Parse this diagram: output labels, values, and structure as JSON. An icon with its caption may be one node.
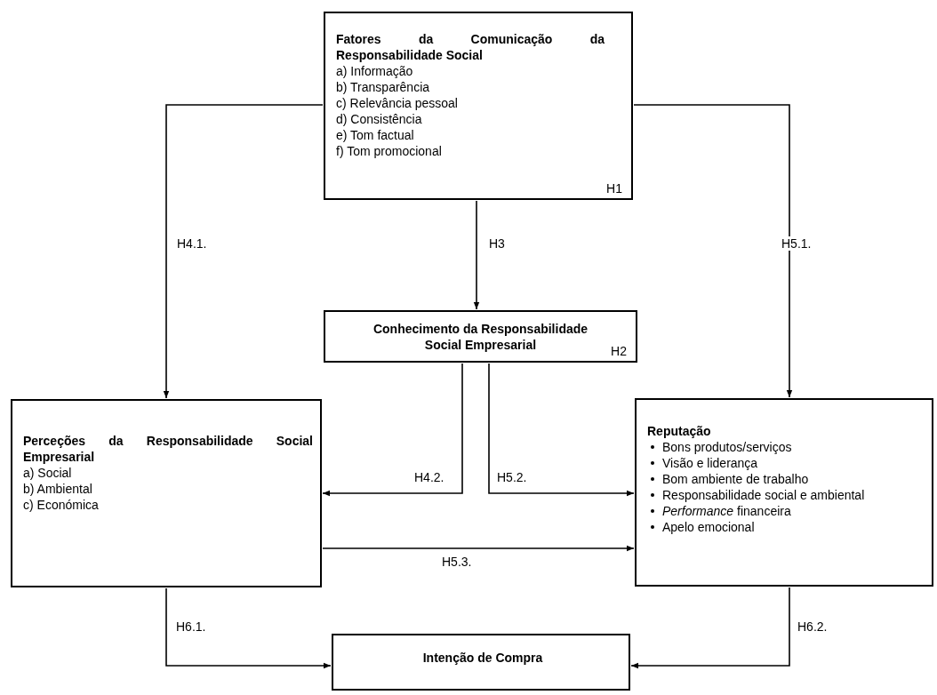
{
  "diagram": {
    "nodes": [
      {
        "text": [
          "Fatores da Comunicação da Responsabilidade Social",
          "a) Informação",
          "b) Transparência",
          "c) Relevância pessoal",
          "d) Consistência",
          "e) Tom factual",
          "f) Tom promocional",
          "H1"
        ]
      },
      {
        "text": [
          "Conhecimento da Responsabilidade Social Empresarial",
          "H2"
        ]
      },
      {
        "text": [
          "Perceções da Responsabilidade Social Empresarial",
          "a) Social",
          "b) Ambiental",
          "c) Económica"
        ]
      },
      {
        "text": [
          "Reputação",
          "Bons produtos/serviços",
          "Visão e liderança",
          "Bom ambiente de trabalho",
          "Responsabilidade social e ambiental",
          "*Performance* financeira",
          "Apelo emocional"
        ]
      },
      {
        "text": [
          "Intenção de Compra"
        ]
      }
    ],
    "edges": [
      {
        "from": 0,
        "to": 2,
        "arrow": "to",
        "label": "H4.1."
      },
      {
        "from": 0,
        "to": 1,
        "arrow": "to",
        "label": "H3"
      },
      {
        "from": 0,
        "to": 3,
        "arrow": "to",
        "label": "H5.1."
      },
      {
        "from": 1,
        "to": 2,
        "arrow": "to",
        "label": "H4.2."
      },
      {
        "from": 1,
        "to": 3,
        "arrow": "to",
        "label": "H5.2."
      },
      {
        "from": 2,
        "to": 3,
        "arrow": "to",
        "label": "H5.3."
      },
      {
        "from": 2,
        "to": 4,
        "arrow": "to",
        "label": "H6.1."
      },
      {
        "from": 3,
        "to": 4,
        "arrow": "to",
        "label": "H6.2."
      }
    ]
  }
}
